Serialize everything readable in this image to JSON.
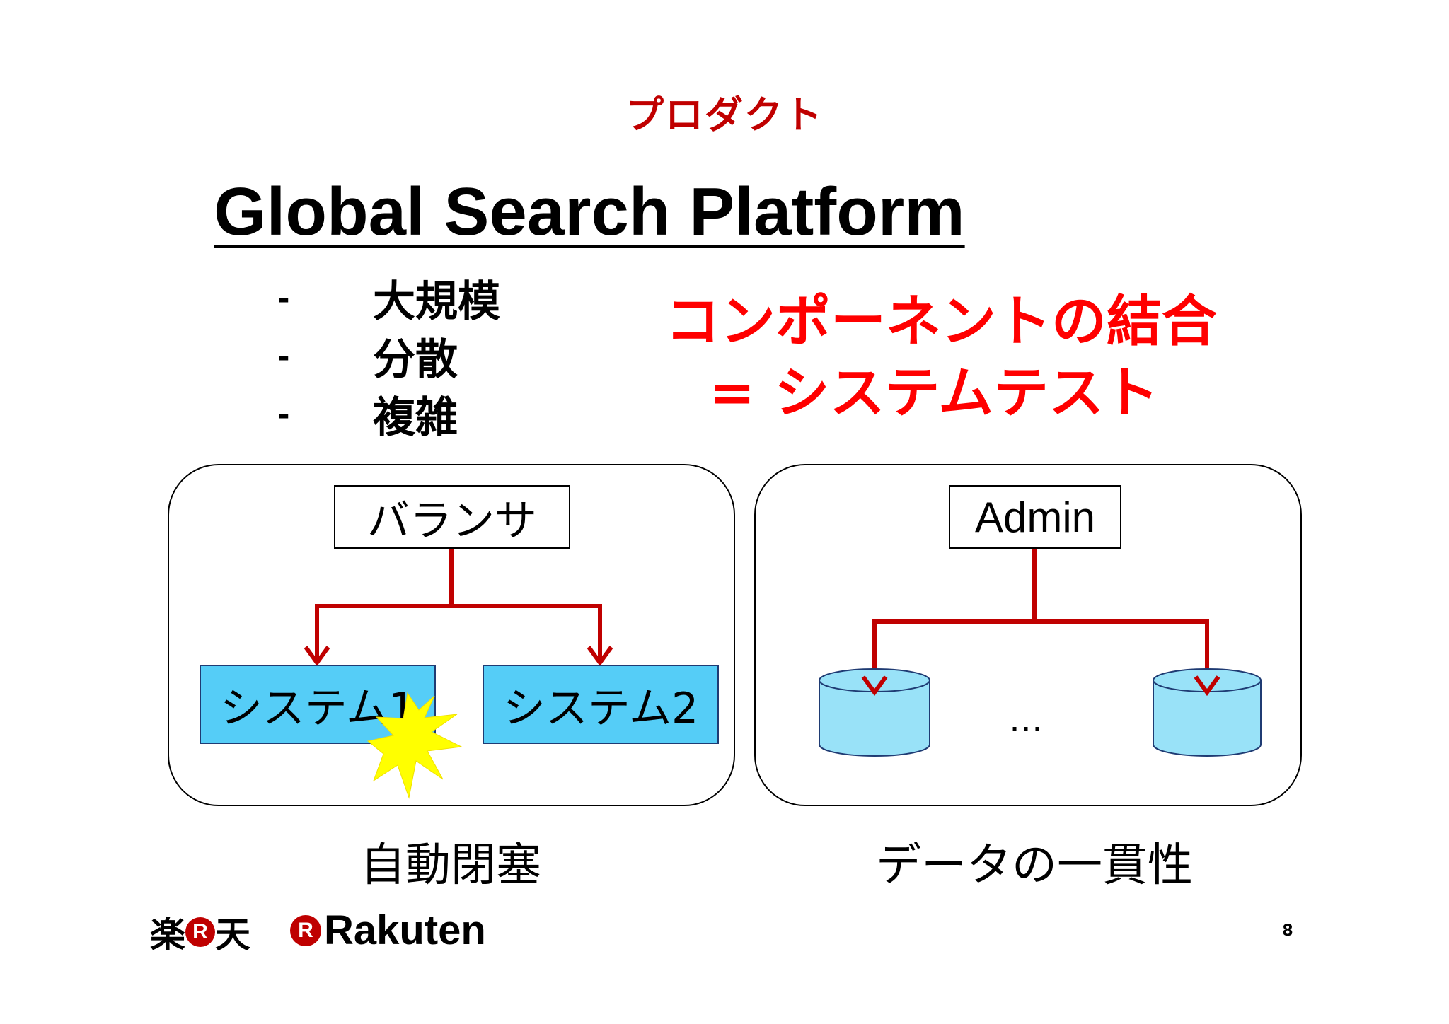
{
  "slide": {
    "section_label": "プロダクト",
    "title": "Global Search Platform",
    "bullets": [
      {
        "dash": "-",
        "text": "大規模"
      },
      {
        "dash": "-",
        "text": "分散"
      },
      {
        "dash": "-",
        "text": "複雑"
      }
    ],
    "callout": {
      "line1": "コンポーネントの結合",
      "line2": "= システムテスト"
    },
    "left_panel": {
      "top_box": "バランサ",
      "system_1": "システム1",
      "system_2": "システム2",
      "caption": "自動閉塞"
    },
    "right_panel": {
      "top_box": "Admin",
      "ellipsis": "…",
      "caption": "データの一貫性"
    },
    "logo": {
      "kanji_left": "楽",
      "r_mark": "R",
      "kanji_right": "天",
      "wordmark": "Rakuten"
    },
    "page_number": "8"
  },
  "colors": {
    "section_label": "#c00000",
    "callout": "#ff0000",
    "arrow": "#c00000",
    "system_box_fill": "#55cdf7",
    "database_fill": "#99e2f8",
    "starburst": "#ffff00",
    "logo_red": "#bf0000"
  },
  "icons": [
    "database-icon",
    "starburst-icon",
    "arrow-down-icon"
  ]
}
